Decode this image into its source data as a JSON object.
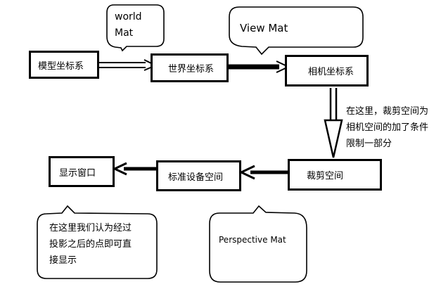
{
  "nodes": {
    "model": "模型坐标系",
    "world": "世界坐标系",
    "camera": "相机坐标系",
    "clip": "裁剪空间",
    "ndc": "标准设备空间",
    "display": "显示窗口"
  },
  "bubbles": {
    "world_mat": [
      "world",
      "Mat"
    ],
    "view_mat": "View Mat",
    "perspective_mat": "Perspective Mat",
    "projection_note": [
      "在这里我们认为经过",
      "投影之后的点即可直",
      "接显示"
    ]
  },
  "annotations": {
    "clip_note": [
      "在这里，裁剪空间为",
      "相机空间的加了条件",
      "限制一部分"
    ]
  }
}
